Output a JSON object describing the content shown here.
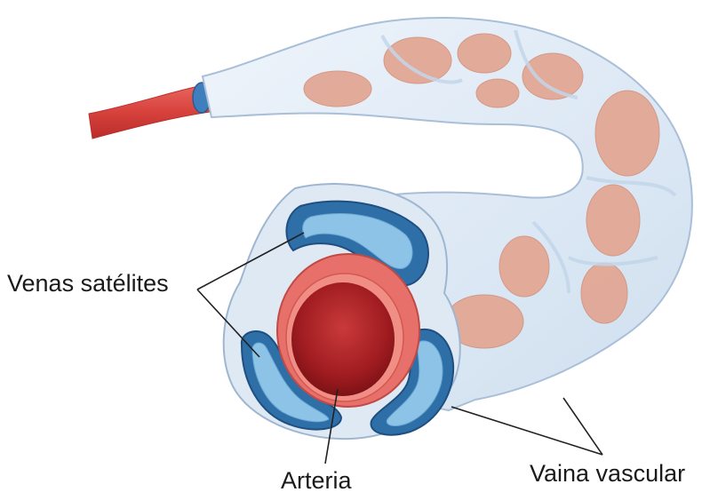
{
  "labels": {
    "venas": "Venas satélites",
    "arteria": "Arteria",
    "vaina": "Vaina vascular"
  },
  "colors": {
    "sheath_fill": "#dce8f4",
    "sheath_edge": "#a9bfd8",
    "fat_lobule": "#e2a592",
    "artery_outer": "#e8706b",
    "artery_inner": "#a51e22",
    "vein_blue": "#2f6fa8",
    "vein_light": "#8cc3e6",
    "leader_line": "#222222"
  }
}
